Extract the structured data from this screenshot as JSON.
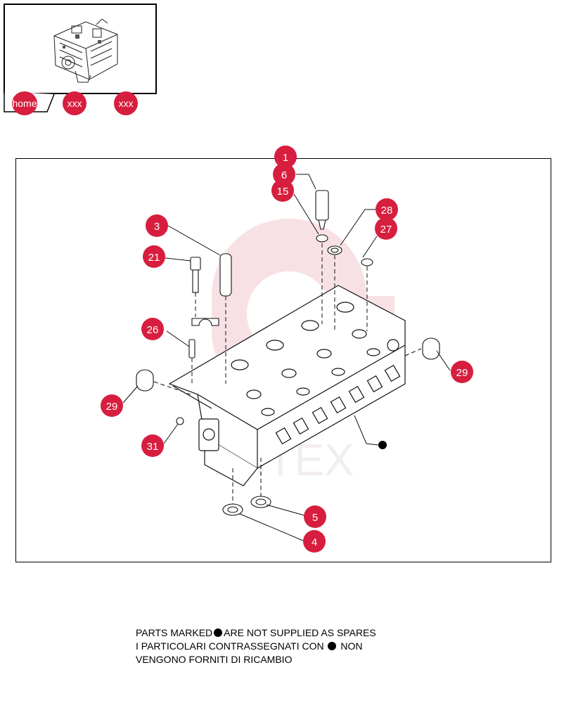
{
  "nav": {
    "home_label": "home",
    "tab2_label": "xxx",
    "tab3_label": "xxx"
  },
  "callouts": {
    "c1": "1",
    "c6": "6",
    "c15": "15",
    "c28": "28",
    "c27": "27",
    "c3": "3",
    "c21": "21",
    "c26": "26",
    "c29a": "29",
    "c29b": "29",
    "c31": "31",
    "c5": "5",
    "c4": "4"
  },
  "notes": {
    "line1_a": "PARTS MARKED",
    "line1_b": "ARE NOT SUPPLIED AS SPARES",
    "line2_a": "I  PARTICOLARI  CONTRASSEGNATI  CON",
    "line2_b": "NON",
    "line3": "VENGONO FORNITI DI RICAMBIO"
  },
  "watermark": "IVITEX",
  "colors": {
    "callout": "#d71e3e",
    "watermark": "#f3c9cf"
  }
}
